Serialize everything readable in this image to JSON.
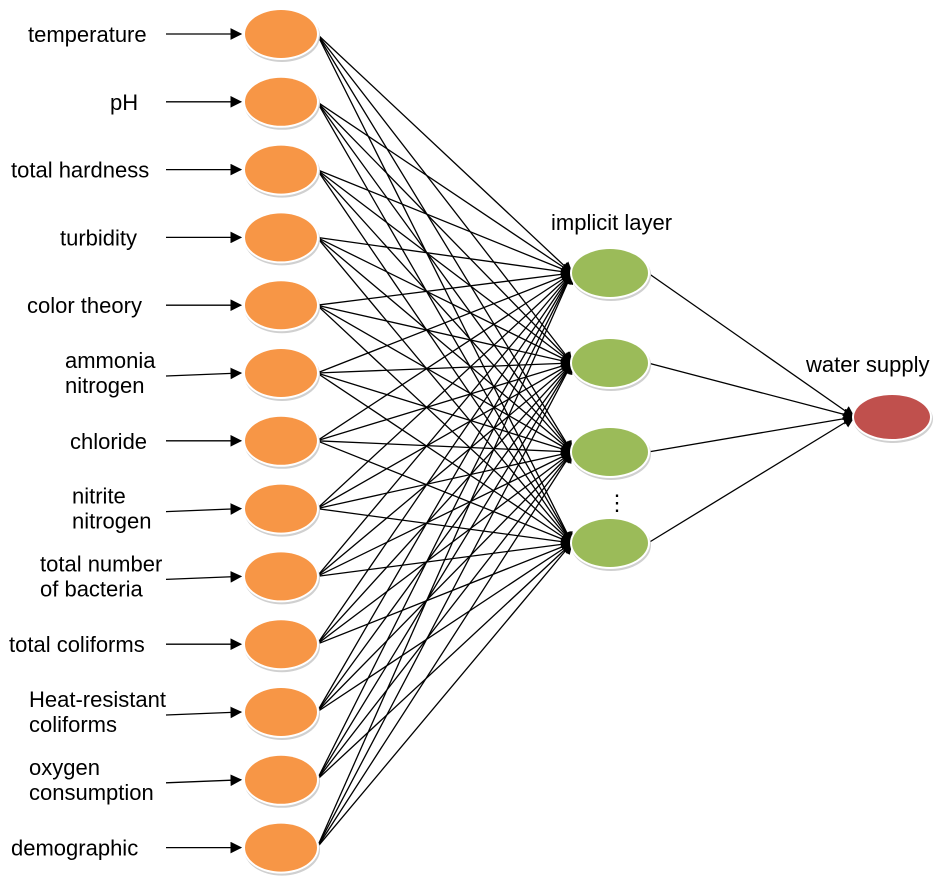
{
  "inputs": [
    {
      "lines": [
        "temperature"
      ]
    },
    {
      "lines": [
        "pH"
      ]
    },
    {
      "lines": [
        "total hardness"
      ]
    },
    {
      "lines": [
        "turbidity"
      ]
    },
    {
      "lines": [
        "color theory"
      ]
    },
    {
      "lines": [
        "ammonia",
        "nitrogen"
      ]
    },
    {
      "lines": [
        "chloride"
      ]
    },
    {
      "lines": [
        "nitrite",
        "nitrogen"
      ]
    },
    {
      "lines": [
        "total number",
        "of bacteria"
      ]
    },
    {
      "lines": [
        "total coliforms"
      ]
    },
    {
      "lines": [
        "Heat-resistant",
        "coliforms"
      ]
    },
    {
      "lines": [
        "oxygen",
        "consumption"
      ]
    },
    {
      "lines": [
        "demographic"
      ]
    }
  ],
  "hidden_layer": {
    "title": "implicit layer",
    "node_count": 4,
    "ellipsis": "⋮"
  },
  "output_layer": {
    "title": "water supply"
  },
  "colors": {
    "input_node": "#F79646",
    "hidden_node": "#9BBB59",
    "output_node": "#C0504D",
    "edge": "#000000"
  }
}
